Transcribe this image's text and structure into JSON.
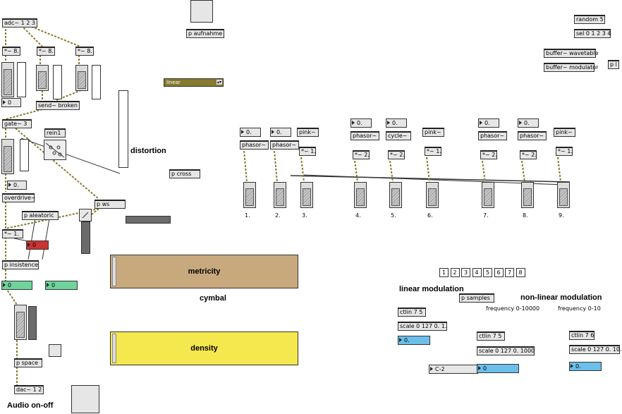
{
  "objects": {
    "adc": "adc~ 1 2 3",
    "mul1": "*~ 8.",
    "mul2": "*~ 8.",
    "mul3": "*~ 8.",
    "send_broken": "send~ broken",
    "gate": "gate~ 3",
    "rein": "rein1",
    "overdrive": "overdrive~",
    "aleatoric": "p aleatoric",
    "ws": "p ws",
    "mul_one": "*~ 1.",
    "insistence": "p insistence",
    "space": "p space",
    "dac": "dac~ 1 2",
    "aufnahme": "p aufnahme",
    "cross": "p cross",
    "random": "random 5",
    "sel": "sel 0 1 2 3 4",
    "buf_wavetable": "buffer~ wavetable",
    "buf_modulator": "buffer~ modulator",
    "pl": "p l",
    "samples": "p samples",
    "ctlin1": "ctlin 7 5",
    "scale1": "scale 0 127 0. 1.",
    "ctlin2": "ctlin 7 5",
    "scale2": "scale 0 127 0. 1000",
    "ctlin3": "ctlin 7 6",
    "scale3": "scale 0 127 0. 10."
  },
  "numbers": {
    "n_adc": "0",
    "n_gate": "0.",
    "n_red": "0",
    "n_green1": "0",
    "n_green2": "0",
    "n_blue1": "0.",
    "n_blue2": "0",
    "n_blue3": "0.",
    "n_note": "C-2"
  },
  "menu": {
    "value": "linear"
  },
  "voices": [
    {
      "top": "0.",
      "src": "phasor~",
      "label": "1."
    },
    {
      "top": "0.",
      "src": "phasor~",
      "label": "2."
    },
    {
      "top": "",
      "src": "pink~",
      "mul": "*~ 1.",
      "label": "3."
    },
    {
      "top": "0.",
      "src": "phasor~",
      "mul": "*~ 2.",
      "label": "4."
    },
    {
      "top": "0.",
      "src": "cycle~",
      "mul": "*~ 2.",
      "label": "5."
    },
    {
      "top": "",
      "src": "pink~",
      "mul": "*~ 1.",
      "label": "6."
    },
    {
      "top": "0.",
      "src": "phasor~",
      "mul": "*~ 2.",
      "label": "7."
    },
    {
      "top": "0.",
      "src": "phasor~",
      "mul": "*~ 2.",
      "label": "8."
    },
    {
      "top": "",
      "src": "pink~",
      "mul": "*~ 1.",
      "label": "9."
    }
  ],
  "presets": [
    "1",
    "2",
    "3",
    "4",
    "5",
    "6",
    "7",
    "8"
  ],
  "labels": {
    "distortion": "distortion",
    "metricity": "metricity",
    "cymbal": "cymbal",
    "density": "density",
    "linear_mod": "linear modulation",
    "nonlinear_mod": "non-linear modulation",
    "freq1": "frequency 0-10000",
    "freq2": "frequency 0-10",
    "audio": "Audio on-off"
  },
  "colors": {
    "metricity": "#c8a97e",
    "density": "#f5e84e",
    "green": "#6fd39a",
    "blue": "#6bbfea",
    "red": "#cc3333",
    "menu": "#857a2e"
  }
}
